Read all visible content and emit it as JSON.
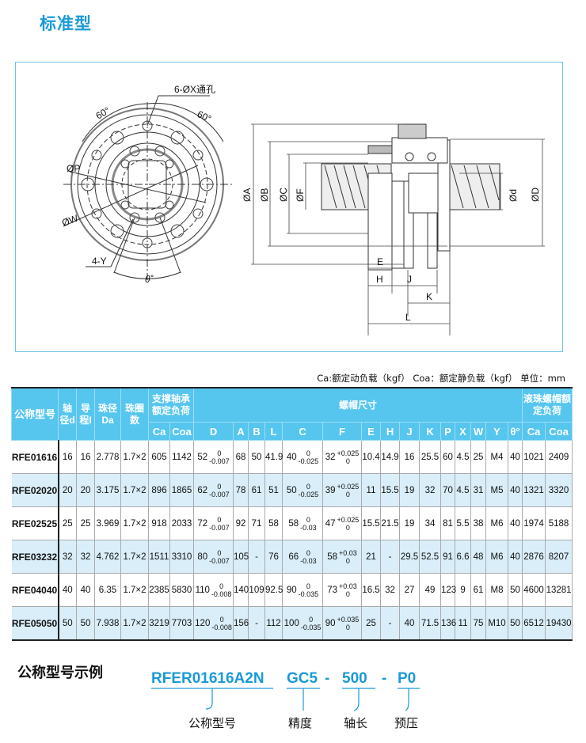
{
  "title": "标准型",
  "drawing": {
    "labels": {
      "holes": "6-ØX通孔",
      "angle1": "60°",
      "angle2": "60°",
      "p": "ØP",
      "w": "ØW",
      "y": "4-Y",
      "theta": "θ˚",
      "A": "ØA",
      "B": "ØB",
      "C": "ØC",
      "F": "ØF",
      "d": "Ød",
      "D": "ØD",
      "E": "E",
      "H": "H",
      "J": "J",
      "K": "K",
      "L": "L"
    }
  },
  "units_note": "Ca:额定动负载（kgf）  Coa：额定静负载（kgf）   单位：mm",
  "table": {
    "headers": {
      "model": "公称型号",
      "shaft": "轴径d",
      "lead": "导程I",
      "ball": "珠径Da",
      "turns": "珠圈数",
      "bearing": "支撑轴承额定负荷",
      "nut": "螺帽尺寸",
      "nut_load": "滚珠螺帽额定负荷",
      "sub": [
        "Ca",
        "Coa",
        "D",
        "A",
        "B",
        "L",
        "C",
        "F",
        "E",
        "H",
        "J",
        "K",
        "P",
        "X",
        "W",
        "Y",
        "θ°",
        "Ca",
        "Coa"
      ]
    },
    "rows": [
      {
        "model": "RFE01616",
        "d": "16",
        "l": "16",
        "da": "2.778",
        "n": "1.7×2",
        "bca": "605",
        "bcoa": "1142",
        "D": [
          "52",
          "0",
          "-0.007"
        ],
        "A": "68",
        "B": "50",
        "L": "41.9",
        "C": [
          "40",
          "0",
          "-0.025"
        ],
        "F": [
          "32",
          "+0.025",
          "0"
        ],
        "E": "10.4",
        "H": "14.9",
        "J": "16",
        "K": "25.5",
        "P": "60",
        "X": "4.5",
        "W": "25",
        "Y": "M4",
        "th": "40",
        "ca": "1021",
        "coa": "2409"
      },
      {
        "model": "RFE02020",
        "d": "20",
        "l": "20",
        "da": "3.175",
        "n": "1.7×2",
        "bca": "896",
        "bcoa": "1865",
        "D": [
          "62",
          "0",
          "-0.007"
        ],
        "A": "78",
        "B": "61",
        "L": "51",
        "C": [
          "50",
          "0",
          "-0.025"
        ],
        "F": [
          "39",
          "+0.025",
          "0"
        ],
        "E": "11",
        "H": "15.5",
        "J": "19",
        "K": "32",
        "P": "70",
        "X": "4.5",
        "W": "31",
        "Y": "M5",
        "th": "40",
        "ca": "1321",
        "coa": "3320"
      },
      {
        "model": "RFE02525",
        "d": "25",
        "l": "25",
        "da": "3.969",
        "n": "1.7×2",
        "bca": "918",
        "bcoa": "2033",
        "D": [
          "72",
          "0",
          "-0.007"
        ],
        "A": "92",
        "B": "71",
        "L": "58",
        "C": [
          "58",
          "0",
          "-0.03"
        ],
        "F": [
          "47",
          "+0.025",
          "0"
        ],
        "E": "15.5",
        "H": "21.5",
        "J": "19",
        "K": "34",
        "P": "81",
        "X": "5.5",
        "W": "38",
        "Y": "M6",
        "th": "40",
        "ca": "1974",
        "coa": "5188"
      },
      {
        "model": "RFE03232",
        "d": "32",
        "l": "32",
        "da": "4.762",
        "n": "1.7×2",
        "bca": "1511",
        "bcoa": "3310",
        "D": [
          "80",
          "0",
          "-0.007"
        ],
        "A": "105",
        "B": "-",
        "L": "76",
        "C": [
          "66",
          "0",
          "-0.03"
        ],
        "F": [
          "58",
          "+0.03",
          "0"
        ],
        "E": "21",
        "H": "-",
        "J": "29.5",
        "K": "52.5",
        "P": "91",
        "X": "6.6",
        "W": "48",
        "Y": "M6",
        "th": "40",
        "ca": "2876",
        "coa": "8207"
      },
      {
        "model": "RFE04040",
        "d": "40",
        "l": "40",
        "da": "6.35",
        "n": "1.7×2",
        "bca": "2385",
        "bcoa": "5830",
        "D": [
          "110",
          "0",
          "-0.008"
        ],
        "A": "140",
        "B": "109",
        "L": "92.5",
        "C": [
          "90",
          "0",
          "-0.035"
        ],
        "F": [
          "73",
          "+0.03",
          "0"
        ],
        "E": "16.5",
        "H": "32",
        "J": "27",
        "K": "49",
        "P": "123",
        "X": "9",
        "W": "61",
        "Y": "M8",
        "th": "50",
        "ca": "4600",
        "coa": "13281"
      },
      {
        "model": "RFE05050",
        "d": "50",
        "l": "50",
        "da": "7.938",
        "n": "1.7×2",
        "bca": "3219",
        "bcoa": "7703",
        "D": [
          "120",
          "0",
          "-0.008"
        ],
        "A": "156",
        "B": "-",
        "L": "112",
        "C": [
          "100",
          "0",
          "-0.035"
        ],
        "F": [
          "90",
          "+0.035",
          "0"
        ],
        "E": "25",
        "H": "-",
        "J": "40",
        "K": "71.5",
        "P": "136",
        "X": "11",
        "W": "75",
        "Y": "M10",
        "th": "50",
        "ca": "6512",
        "coa": "19430"
      }
    ]
  },
  "example": {
    "label": "公称型号示例",
    "parts": [
      "RFER01616A2N",
      "GC5",
      "-",
      "500",
      "-",
      "P0"
    ],
    "captions": [
      "公称型号",
      "精度",
      "轴长",
      "预压"
    ]
  },
  "colors": {
    "accent": "#1a9ad6",
    "header": "#56c6ef",
    "row_alt": "#d9eef9"
  }
}
